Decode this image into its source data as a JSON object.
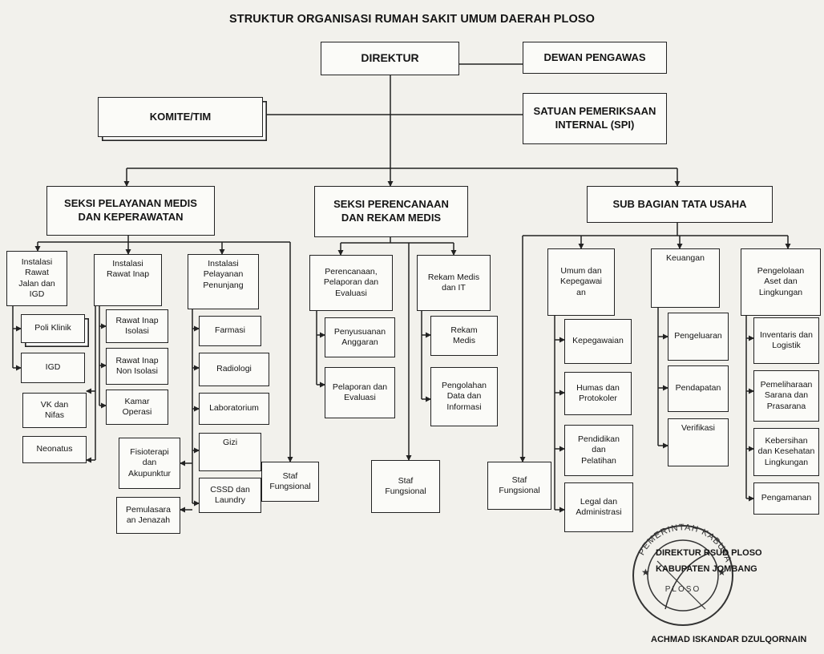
{
  "title": "STRUKTUR ORGANISASI RUMAH SAKIT UMUM DAERAH PLOSO",
  "top": {
    "direktur": "DIREKTUR",
    "dewan": "DEWAN PENGAWAS",
    "komite": "KOMITE/TIM",
    "spi": "SATUAN PEMERIKSAAN\nINTERNAL (SPI)"
  },
  "departments": {
    "medis": {
      "title": "SEKSI PELAYANAN MEDIS\nDAN KEPERAWATAN",
      "rawat_jalan": {
        "title": "Instalasi\nRawat\nJalan dan\nIGD",
        "items": [
          "Poli Klinik",
          "IGD",
          "VK dan\nNifas",
          "Neonatus"
        ]
      },
      "rawat_inap": {
        "title": "Instalasi\nRawat Inap",
        "items": [
          "Rawat Inap\nIsolasi",
          "Rawat Inap\nNon Isolasi",
          "Kamar\nOperasi"
        ]
      },
      "penunjang": {
        "title": "Instalasi\nPelayanan\nPenunjang",
        "items": [
          "Farmasi",
          "Radiologi",
          "Laboratorium",
          "Gizi",
          "CSSD dan\nLaundry"
        ],
        "extra": [
          "Fisioterapi\ndan\nAkupunktur",
          "Pemulasara\nan Jenazah"
        ]
      },
      "staf": "Staf\nFungsional"
    },
    "perencanaan": {
      "title": "SEKSI PERENCANAAN\nDAN REKAM MEDIS",
      "ppe": {
        "title": "Perencanaan,\nPelaporan dan\nEvaluasi",
        "items": [
          "Penyusuanan\nAnggaran",
          "Pelaporan dan\nEvaluasi"
        ]
      },
      "rekam": {
        "title": "Rekam Medis\ndan IT",
        "items": [
          "Rekam\nMedis",
          "Pengolahan\nData dan\nInformasi"
        ]
      },
      "staf": "Staf\nFungsional"
    },
    "tatausaha": {
      "title": "SUB BAGIAN TATA USAHA",
      "umum": {
        "title": "Umum dan\nKepegawai\nan",
        "items": [
          "Kepegawaian",
          "Humas dan\nProtokoler",
          "Pendidikan\ndan\nPelatihan",
          "Legal dan\nAdministrasi"
        ]
      },
      "keuangan": {
        "title": "Keuangan",
        "items": [
          "Pengeluaran",
          "Pendapatan",
          "Verifikasi"
        ]
      },
      "aset": {
        "title": "Pengelolaan\nAset dan\nLingkungan",
        "items": [
          "Inventaris dan\nLogistik",
          "Pemeliharaan\nSarana dan\nPrasarana",
          "Kebersihan\ndan Kesehatan\nLingkungan",
          "Pengamanan"
        ]
      },
      "staf": "Staf\nFungsional"
    }
  },
  "signature": {
    "line1": "DIREKTUR RSUD PLOSO",
    "line2": "KABUPATEN JOMBANG",
    "name": "ACHMAD ISKANDAR DZULQORNAIN",
    "seal_top": "PEMERINTAH KABUPATEN",
    "seal_mid": "PLOSO"
  }
}
